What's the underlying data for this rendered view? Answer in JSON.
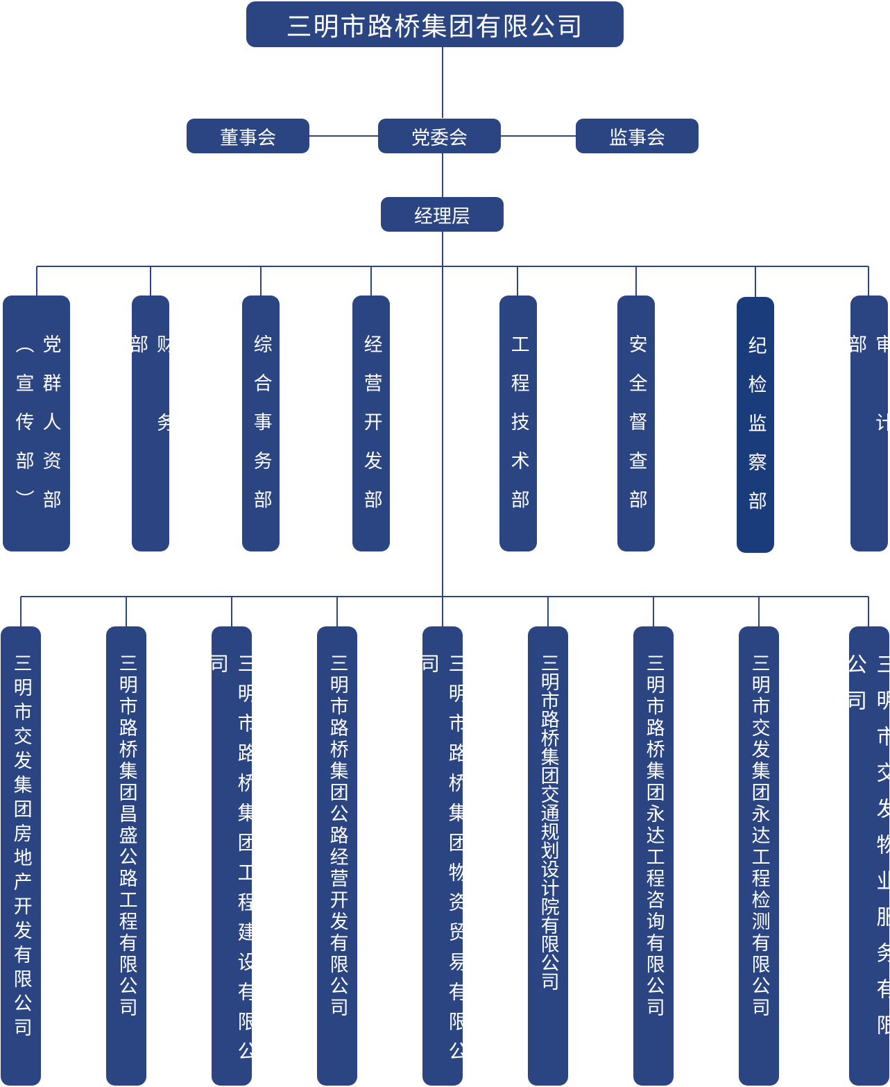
{
  "company": "三明市路桥集团有限公司",
  "governance": {
    "left": "董事会",
    "center": "党委会",
    "right": "监事会"
  },
  "management": "经理层",
  "departments": [
    "党群人资部（宣传部）",
    "财务部",
    "综合事务部",
    "经营开发部",
    "工程技术部",
    "安全督查部",
    "纪检监察部",
    "审计部"
  ],
  "subsidiaries": [
    "三明市交发集团房地产开发有限公司",
    "三明市路桥集团昌盛公路工程有限公司",
    "三明市路桥集团工程建设有限公司",
    "三明市路桥集团公路经营开发有限公司",
    "三明市路桥集团物资贸易有限公司",
    "三明市路桥集团交通规划设计院有限公司",
    "三明市路桥集团永达工程咨询有限公司",
    "三明市交发集团永达工程检测有限公司",
    "三明市交发物业服务有限公司"
  ],
  "colors": {
    "box": "#2b4582",
    "box_highlight": "#1b3c7a",
    "line": "#2b4582"
  }
}
